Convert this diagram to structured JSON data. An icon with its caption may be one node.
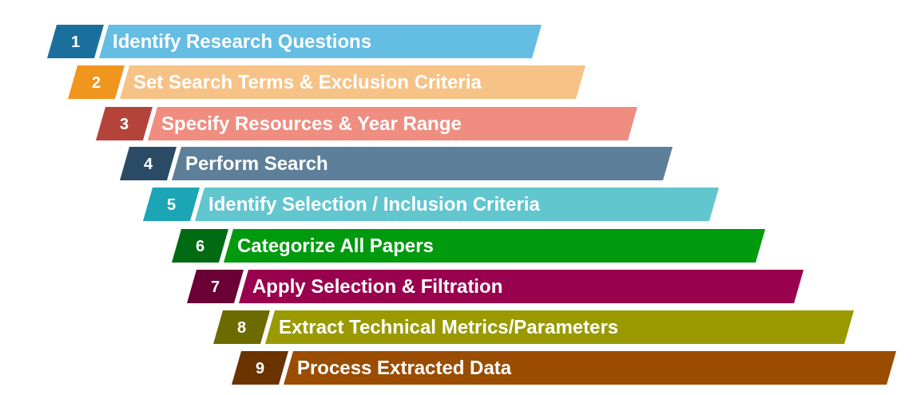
{
  "diagram": {
    "nodes": [
      {
        "text": [
          "1"
        ]
      },
      {
        "text": [
          "Identify Research Questions"
        ]
      },
      {
        "text": [
          "2"
        ]
      },
      {
        "text": [
          "Set Search Terms & Exclusion Criteria"
        ]
      },
      {
        "text": [
          "3"
        ]
      },
      {
        "text": [
          "Specify Resources & Year Range"
        ]
      },
      {
        "text": [
          "4"
        ]
      },
      {
        "text": [
          "Perform Search"
        ]
      },
      {
        "text": [
          "5"
        ]
      },
      {
        "text": [
          "Identify Selection / Inclusion Criteria"
        ]
      },
      {
        "text": [
          "6"
        ]
      },
      {
        "text": [
          "Categorize All Papers"
        ]
      },
      {
        "text": [
          "7"
        ]
      },
      {
        "text": [
          "Apply Selection & Filtration"
        ]
      },
      {
        "text": [
          "8"
        ]
      },
      {
        "text": [
          "Extract Technical Metrics/Parameters"
        ]
      },
      {
        "text": [
          "9"
        ]
      },
      {
        "text": [
          "Process Extracted Data"
        ]
      }
    ]
  }
}
